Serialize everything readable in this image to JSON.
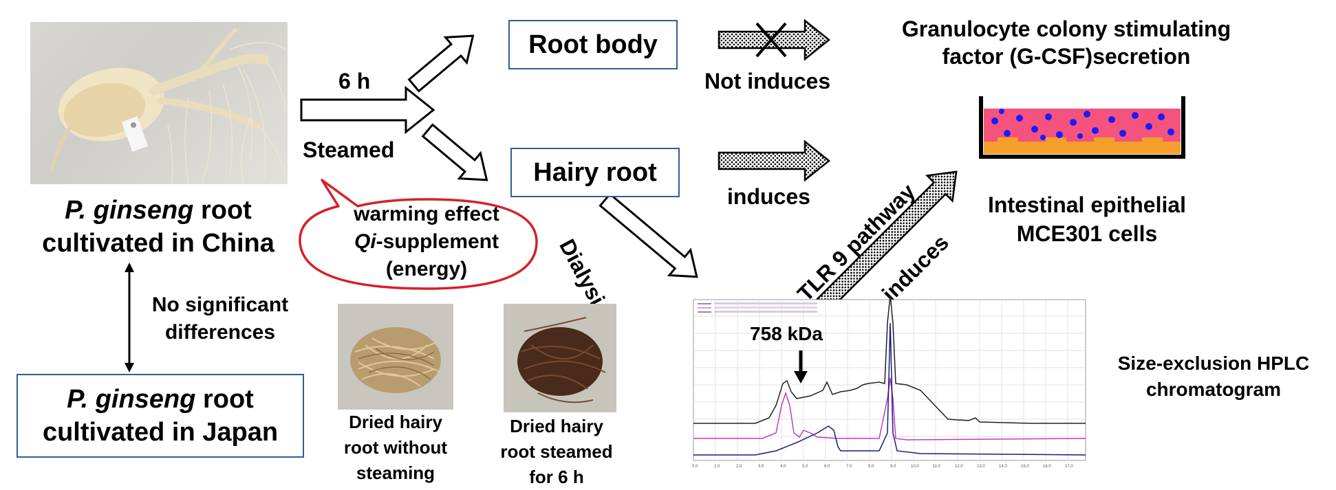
{
  "china": {
    "name_italic": "P. ginseng",
    "name_rest": " root",
    "line2": "cultivated in China"
  },
  "japan": {
    "name_italic": "P. ginseng",
    "name_rest": " root",
    "line2": "cultivated in Japan"
  },
  "no_diff": {
    "line1": "No significant",
    "line2": "differences"
  },
  "process": {
    "time": "6 h",
    "method": "Steamed"
  },
  "bubble": {
    "line1": "warming effect",
    "line2_italic": "Qi",
    "line2_rest": "-supplement",
    "line3": "(energy)"
  },
  "root_body_label": "Root body",
  "hairy_root_label": "Hairy root",
  "not_induces": "Not induces",
  "induces": "induces",
  "dialysis": "Dialysis",
  "tlr9": "TLR 9 pathway",
  "induces_diag": "induces",
  "gcsf": {
    "line1": "Granulocyte colony stimulating",
    "line2": "factor (G-CSF)secretion"
  },
  "cells": {
    "line1": "Intestinal epithelial",
    "line2": "MCE301 cells"
  },
  "hplc": {
    "line1": "Size-exclusion HPLC",
    "line2": "chromatogram",
    "peak_label": "758 kDa"
  },
  "dried_unsteamed": {
    "line1": "Dried hairy",
    "line2": "root without",
    "line3": "steaming"
  },
  "dried_steamed": {
    "line1": "Dried hairy",
    "line2": "root steamed",
    "line3": "for 6 h"
  },
  "colors": {
    "box_border": "#2e5d96",
    "bubble_border": "#d62027",
    "medium": "#f4537e",
    "cell_dot": "#1a1aff",
    "cell_layer": "#f5a02a",
    "trace_black": "#202020",
    "trace_magenta": "#c03ac0",
    "trace_blue": "#1a1a80"
  }
}
